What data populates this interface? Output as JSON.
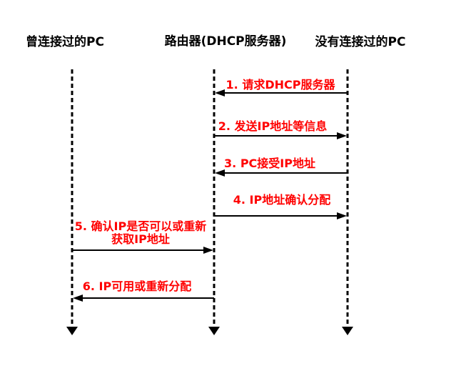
{
  "diagram": {
    "type": "sequence-diagram",
    "actors": [
      {
        "id": "previously-connected-pc",
        "label": "曾连接过的PC"
      },
      {
        "id": "router-dhcp-server",
        "label": "路由器(DHCP服务器)"
      },
      {
        "id": "never-connected-pc",
        "label": "没有连接过的PC"
      }
    ],
    "messages": [
      {
        "label": "1. 请求DHCP服务器",
        "from": "没有连接过的PC",
        "to": "路由器(DHCP服务器)",
        "arrow_direction": "left"
      },
      {
        "label": "2. 发送IP地址等信息",
        "from": "路由器(DHCP服务器)",
        "to": "没有连接过的PC",
        "arrow_direction": "right"
      },
      {
        "label": "3. PC接受IP地址",
        "from": "没有连接过的PC",
        "to": "路由器(DHCP服务器)",
        "arrow_direction": "left"
      },
      {
        "label": "4. IP地址确认分配",
        "from": "路由器(DHCP服务器)",
        "to": "没有连接过的PC",
        "arrow_direction": "right"
      },
      {
        "label": "5. 确认IP是否可以或重新\n获取IP地址",
        "from": "曾连接过的PC",
        "to": "路由器(DHCP服务器)",
        "arrow_direction": "right"
      },
      {
        "label": "6. IP可用或重新分配",
        "from": "路由器(DHCP服务器)",
        "to": "曾连接过的PC",
        "arrow_direction": "left"
      }
    ],
    "colors": {
      "message_text": "#ff0000",
      "line": "#000000",
      "background": "#ffffff"
    }
  }
}
